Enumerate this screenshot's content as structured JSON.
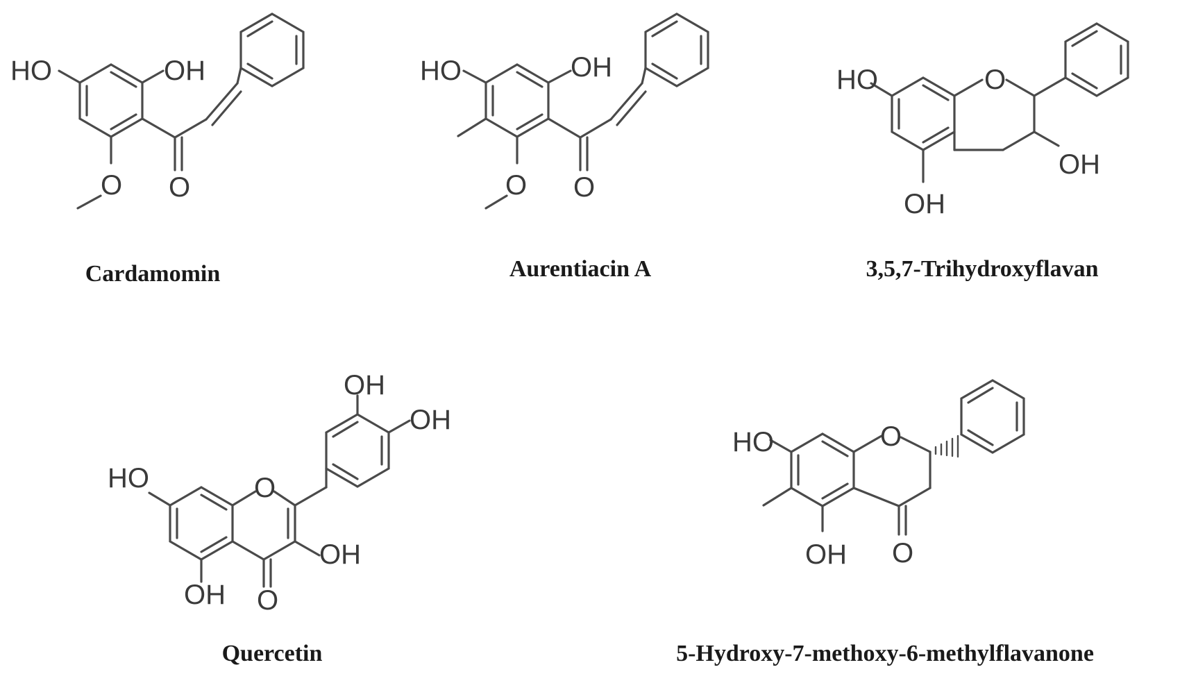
{
  "molecules": [
    {
      "name": "Cardamomin",
      "atoms": [
        "HO",
        "OH",
        "O",
        "O"
      ]
    },
    {
      "name": "Aurentiacin A",
      "atoms": [
        "HO",
        "OH",
        "O",
        "O"
      ]
    },
    {
      "name": "3,5,7-Trihydroxyflavan",
      "atoms": [
        "HO",
        "O",
        "OH",
        "OH"
      ]
    },
    {
      "name": "Quercetin",
      "atoms": [
        "OH",
        "OH",
        "HO",
        "O",
        "OH",
        "OH",
        "O"
      ]
    },
    {
      "name": "5-Hydroxy-7-methoxy-6-methylflavanone",
      "atoms": [
        "HO",
        "O",
        "OH",
        "O"
      ]
    }
  ],
  "colors": {
    "bond": "#4a4a4a",
    "text": "#1a1a1a"
  }
}
